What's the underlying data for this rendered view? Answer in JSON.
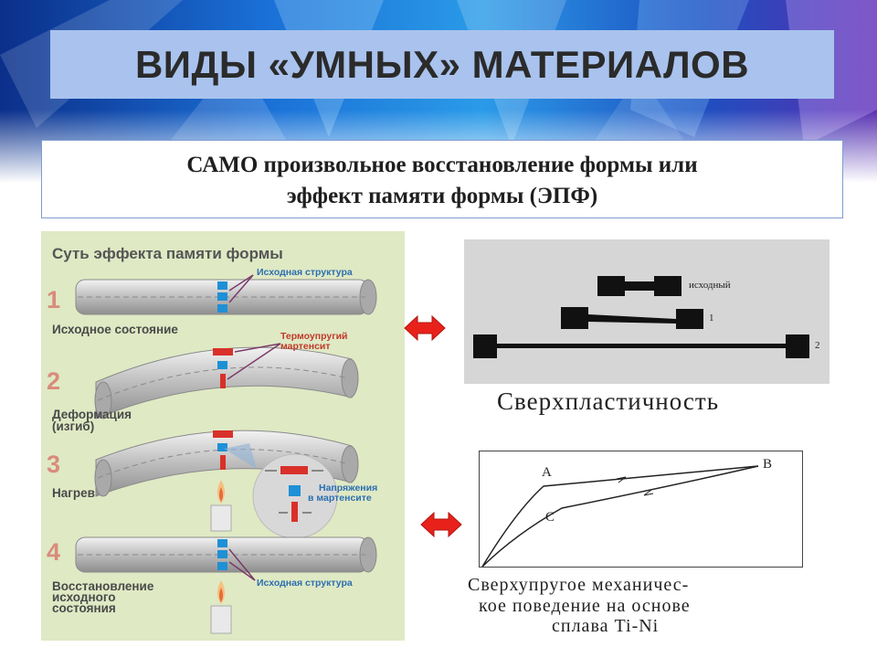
{
  "slide": {
    "title": "ВИДЫ «УМНЫХ» МАТЕРИАЛОВ",
    "subtitle_line1": "САМО произвольное восстановление формы или",
    "subtitle_line2": "эффект памяти формы (ЭПФ)"
  },
  "left_panel": {
    "heading": "Суть эффекта памяти формы",
    "steps": [
      {
        "number": "1",
        "label_lines": [
          "Исходное состояние"
        ]
      },
      {
        "number": "2",
        "label_lines": [
          "Деформация",
          "(изгиб)"
        ]
      },
      {
        "number": "3",
        "label_lines": [
          "Нагрев"
        ]
      },
      {
        "number": "4",
        "label_lines": [
          "Восстановление",
          "исходного",
          "состояния"
        ]
      }
    ],
    "annotations": {
      "initial_structure_top": "Исходная структура",
      "martensite_line1": "Термоупругий",
      "martensite_line2": "мартенсит",
      "stress_line1": "Напряжения",
      "stress_line2": "в мартенсите",
      "initial_structure_bottom": "Исходная структура"
    },
    "colors": {
      "background": "#dfe9c4",
      "blue_marker": "#1e90d6",
      "red_marker": "#d9302a"
    }
  },
  "arrows": {
    "icon": "double-arrow-icon",
    "color": "#e8221b"
  },
  "superplasticity": {
    "specimen_labels": [
      "исходный",
      "1",
      "2"
    ],
    "caption": "Сверхпластичность"
  },
  "superelastic": {
    "point_labels": [
      "A",
      "B",
      "C"
    ],
    "caption_line1": "Сверхупругое механичес-",
    "caption_line2": "кое поведение на основе",
    "caption_line3": "сплава Ti-Ni"
  }
}
